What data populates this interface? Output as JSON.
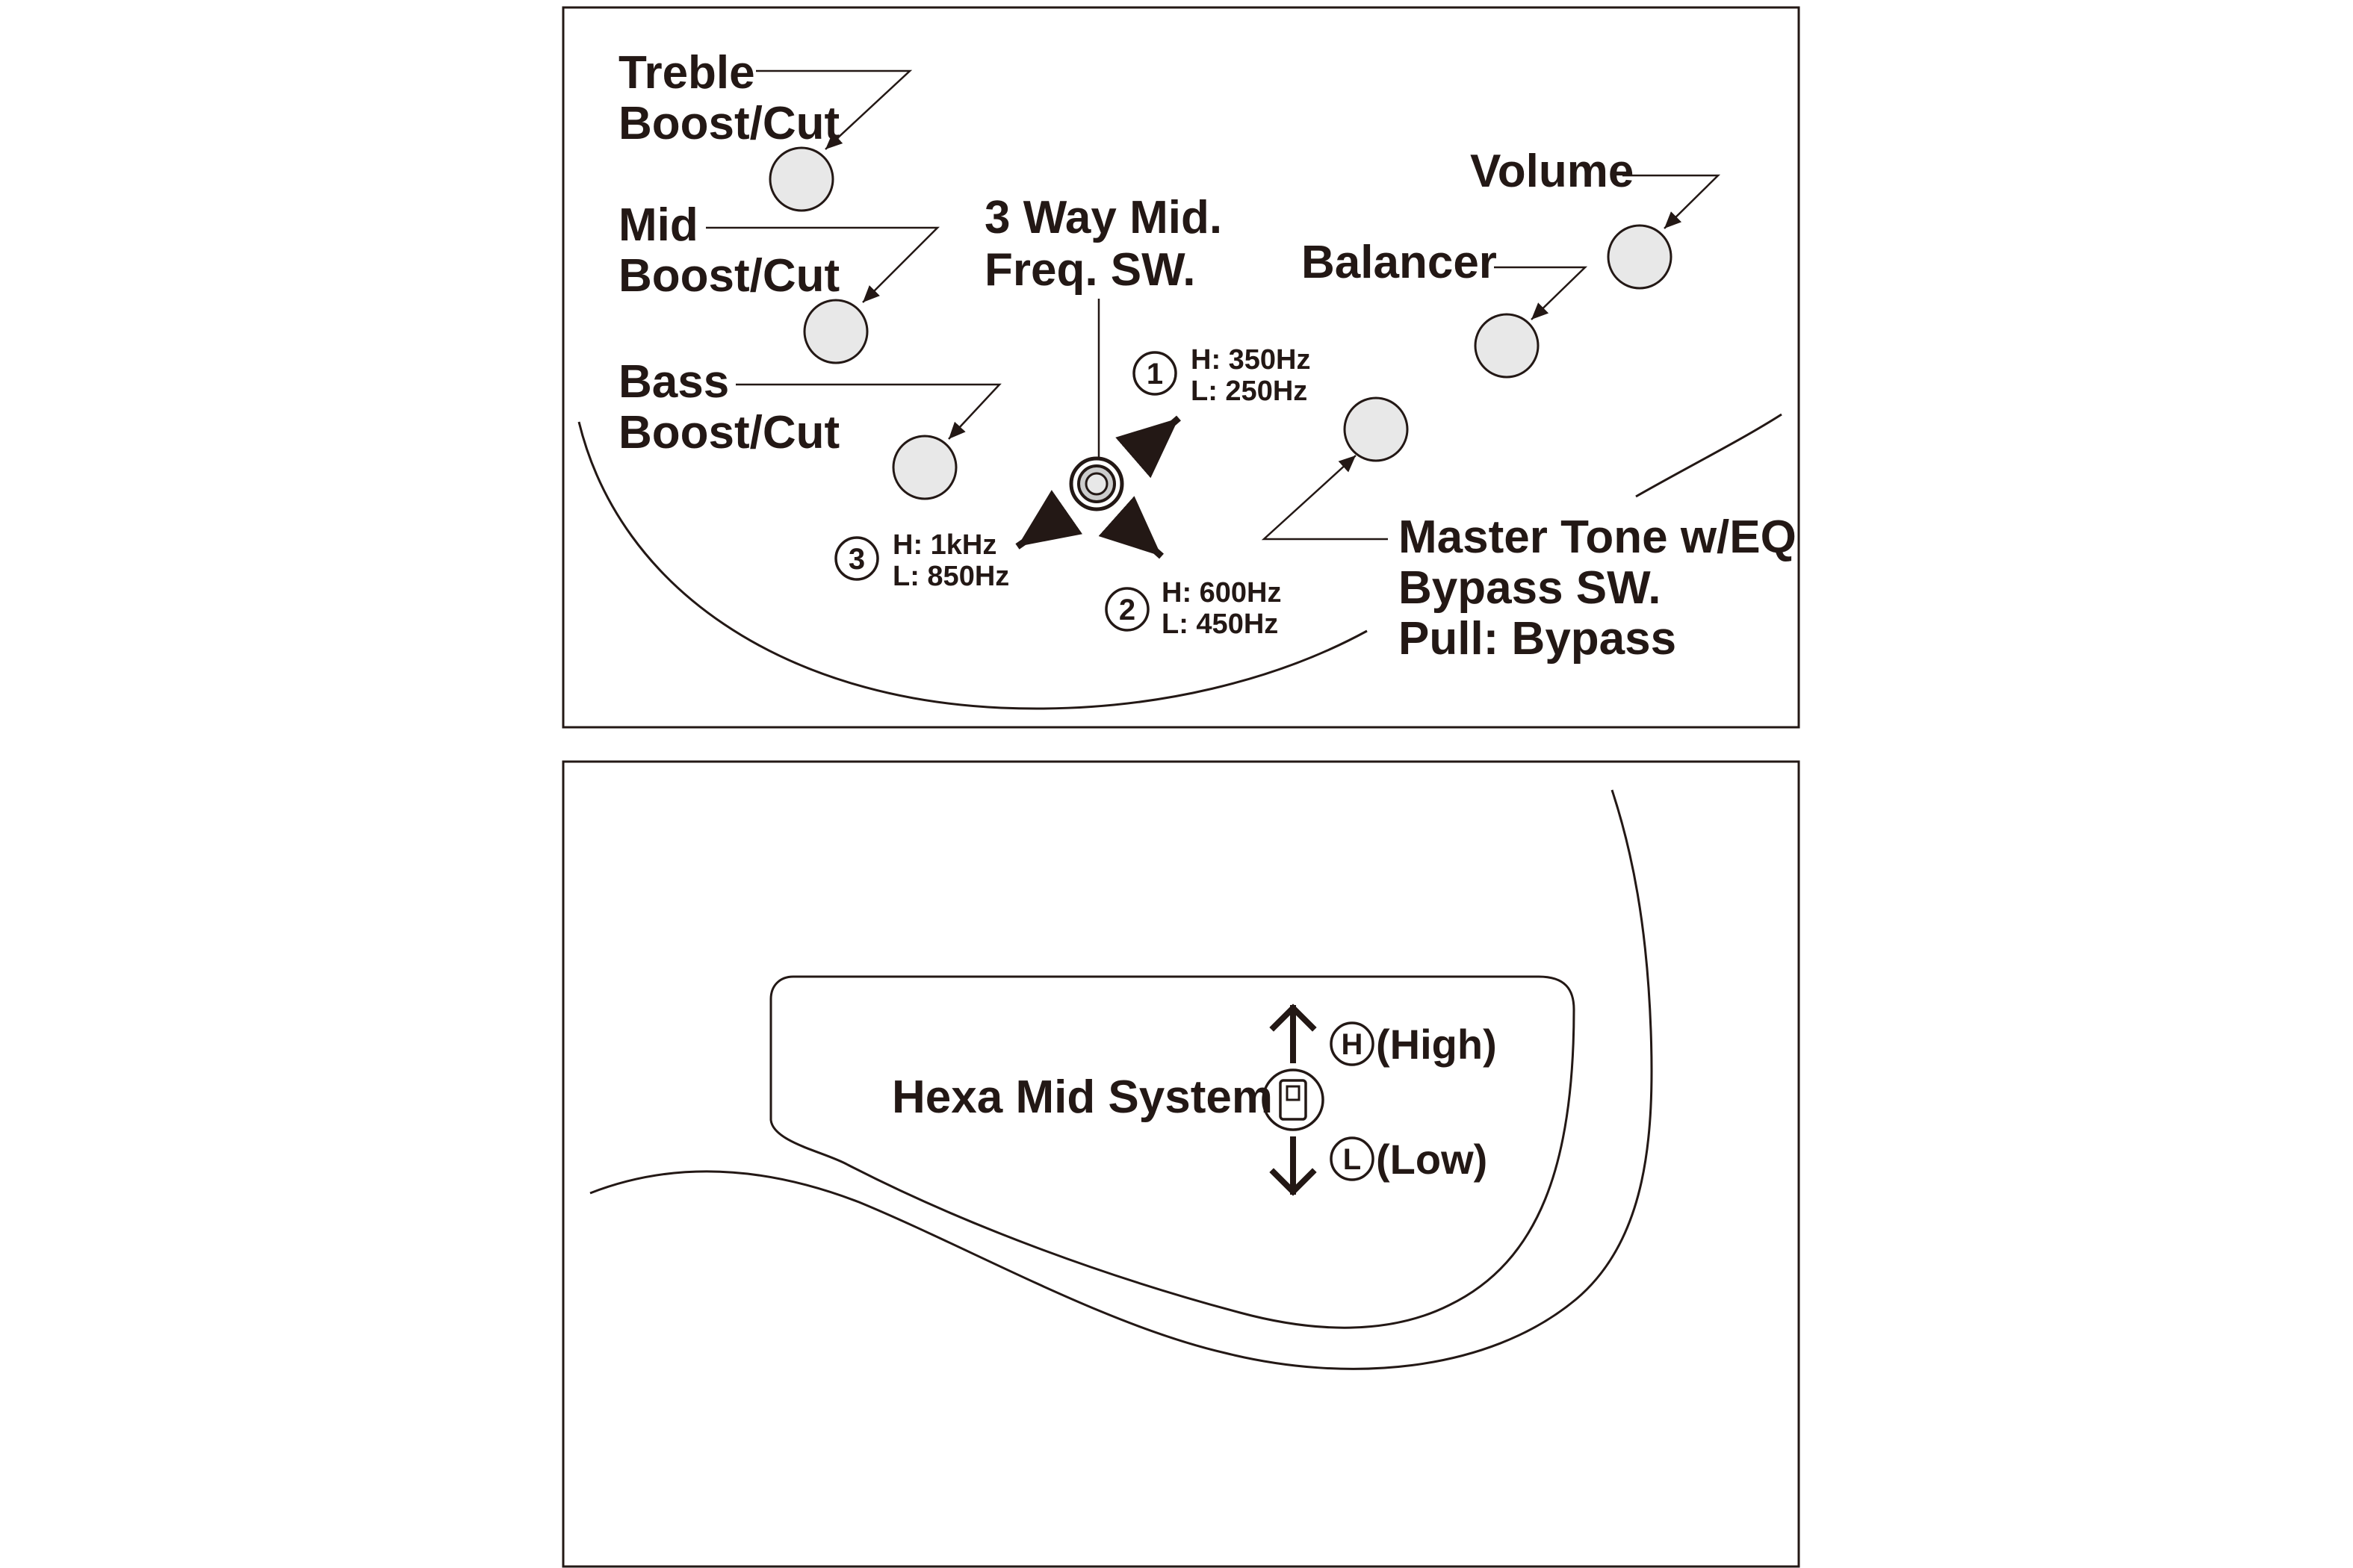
{
  "panel_top": {
    "treble": {
      "line1": "Treble",
      "line2": "Boost/Cut"
    },
    "mid": {
      "line1": "Mid",
      "line2": "Boost/Cut"
    },
    "bass": {
      "line1": "Bass",
      "line2": "Boost/Cut"
    },
    "mid_switch": {
      "line1": "3 Way Mid.",
      "line2": "Freq. SW."
    },
    "volume": "Volume",
    "balancer": "Balancer",
    "master_tone": {
      "line1": "Master Tone w/EQ",
      "line2": "Bypass SW.",
      "line3": "Pull: Bypass"
    },
    "positions": [
      {
        "number": "1",
        "high": "H: 350Hz",
        "low": "L: 250Hz"
      },
      {
        "number": "2",
        "high": "H: 600Hz",
        "low": "L: 450Hz"
      },
      {
        "number": "3",
        "high": "H: 1kHz",
        "low": "L: 850Hz"
      }
    ]
  },
  "panel_bottom": {
    "system_label": "Hexa Mid System",
    "high_letter": "H",
    "high_label": "(High)",
    "low_letter": "L",
    "low_label": "(Low)"
  },
  "colors": {
    "ink": "#231815",
    "knob_fill": "#e8e8e8"
  }
}
